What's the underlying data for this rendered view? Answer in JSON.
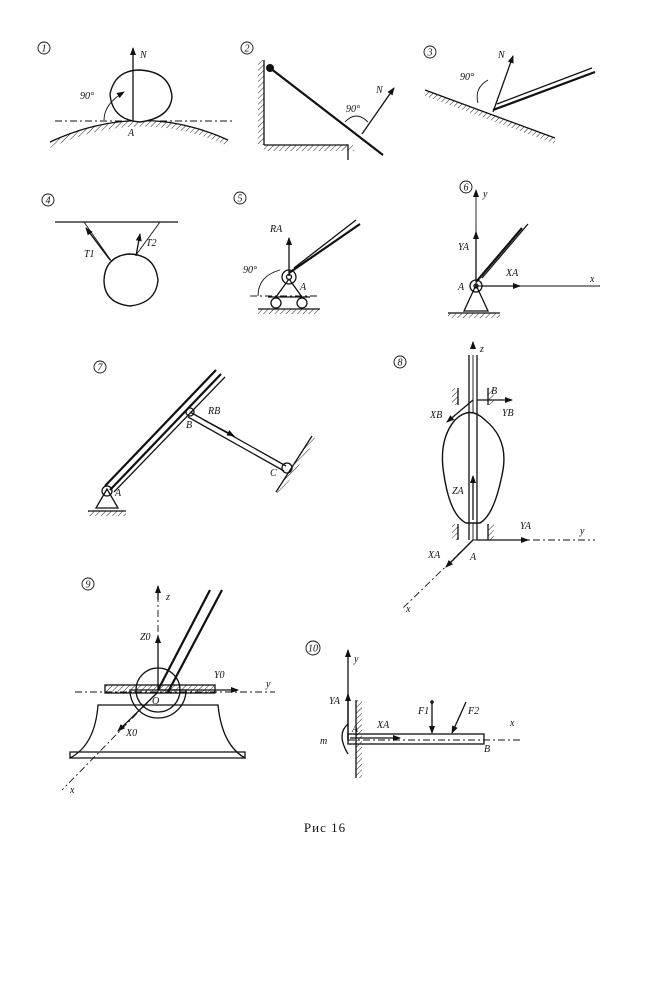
{
  "caption": "Рис 16",
  "figures": [
    {
      "num": "1",
      "labels": {
        "N": "N",
        "A": "A",
        "angle": "90°"
      }
    },
    {
      "num": "2",
      "labels": {
        "N": "N",
        "angle": "90°"
      }
    },
    {
      "num": "3",
      "labels": {
        "N": "N",
        "angle": "90°"
      }
    },
    {
      "num": "4",
      "labels": {
        "T1": "T1",
        "T2": "T2"
      }
    },
    {
      "num": "5",
      "labels": {
        "RA": "RA",
        "A": "A",
        "angle": "90°"
      }
    },
    {
      "num": "6",
      "labels": {
        "y": "y",
        "x": "x",
        "YA": "YA",
        "XA": "XA",
        "A": "A"
      }
    },
    {
      "num": "7",
      "labels": {
        "A": "A",
        "B": "B",
        "C": "C",
        "RB": "RB"
      }
    },
    {
      "num": "8",
      "labels": {
        "z": "z",
        "y": "y",
        "x": "x",
        "B": "B",
        "A": "A",
        "XB": "XB",
        "YB": "YB",
        "ZA": "ZA",
        "YA": "YA",
        "XA": "XA"
      }
    },
    {
      "num": "9",
      "labels": {
        "z": "z",
        "y": "y",
        "x": "x",
        "O": "O",
        "Z0": "Z0",
        "Y0": "Y0",
        "X0": "X0"
      }
    },
    {
      "num": "10",
      "labels": {
        "y": "y",
        "x": "x",
        "A": "A",
        "B": "B",
        "m": "m",
        "YA": "YA",
        "XA": "XA",
        "F1": "F1",
        "F2": "F2"
      }
    }
  ]
}
